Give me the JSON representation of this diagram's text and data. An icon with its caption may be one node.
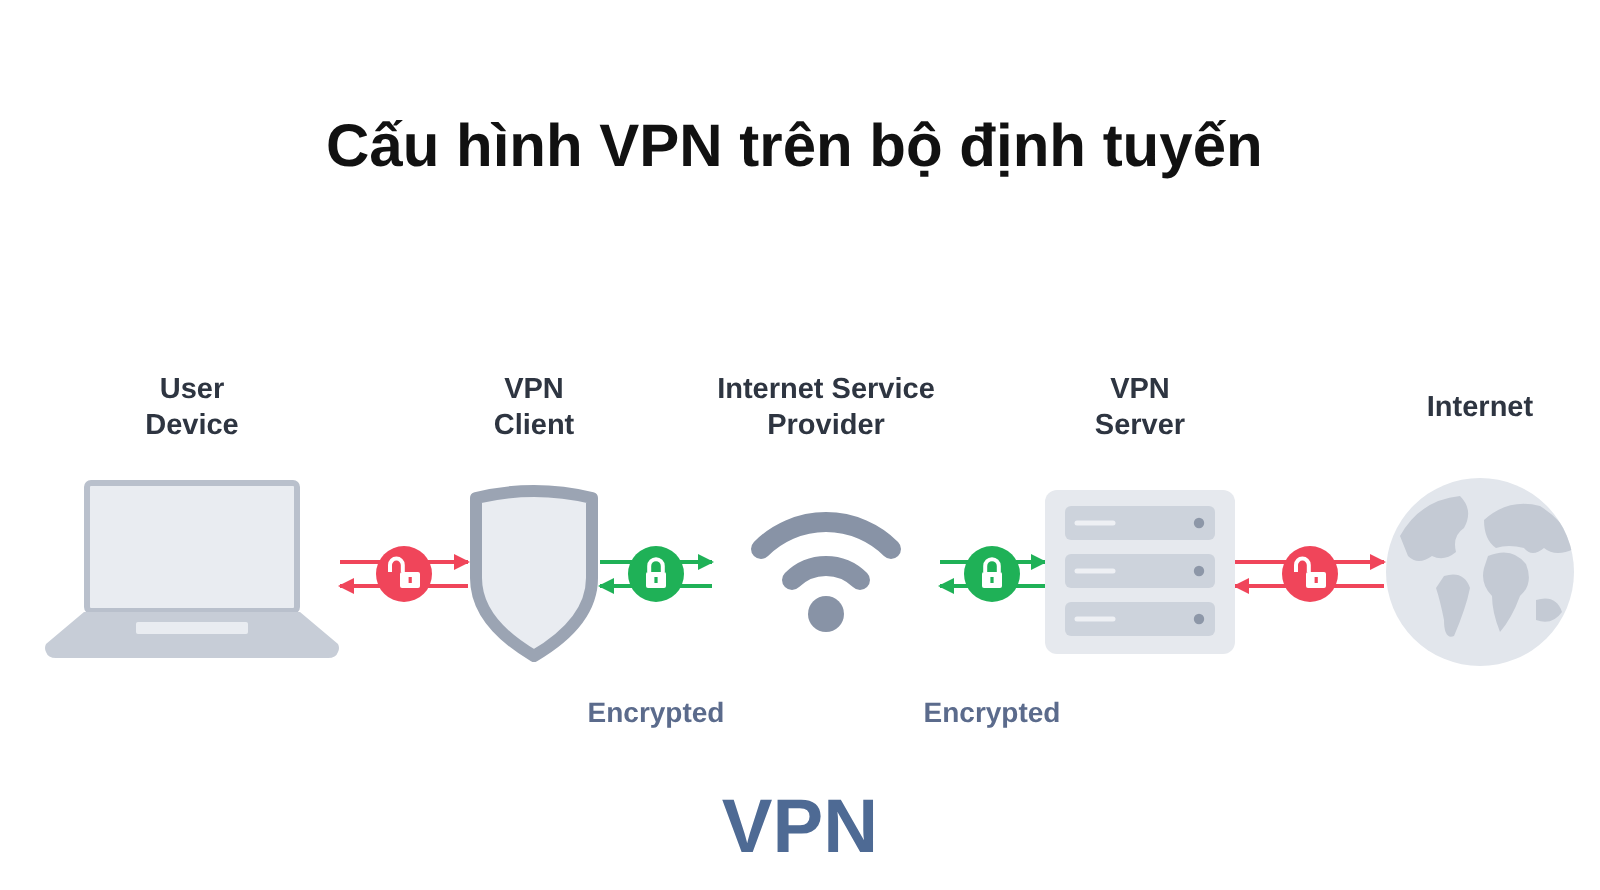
{
  "diagram": {
    "title": "Cấu hình VPN trên bộ định tuyến",
    "caption": "VPN",
    "nodes": [
      {
        "text": [
          "User Device"
        ]
      },
      {
        "text": [
          "VPN Client"
        ]
      },
      {
        "text": [
          "Internet Service Provider"
        ]
      },
      {
        "text": [
          "VPN Server"
        ]
      },
      {
        "text": [
          "Internet"
        ]
      }
    ],
    "edges": [
      {
        "from": 0,
        "to": 1,
        "arrow": "to",
        "color": "#f0455a"
      },
      {
        "from": 1,
        "to": 0,
        "arrow": "to",
        "color": "#f0455a"
      },
      {
        "from": 1,
        "to": 2,
        "arrow": "to",
        "color": "#1fb157"
      },
      {
        "from": 2,
        "to": 1,
        "arrow": "to",
        "color": "#1fb157"
      },
      {
        "from": 2,
        "to": 3,
        "arrow": "to",
        "color": "#1fb157"
      },
      {
        "from": 3,
        "to": 2,
        "arrow": "to",
        "color": "#1fb157"
      },
      {
        "from": 3,
        "to": 4,
        "arrow": "to",
        "color": "#f0455a"
      },
      {
        "from": 4,
        "to": 3,
        "arrow": "to",
        "color": "#f0455a"
      }
    ],
    "labels": [
      "Encrypted",
      "Encrypted"
    ]
  }
}
